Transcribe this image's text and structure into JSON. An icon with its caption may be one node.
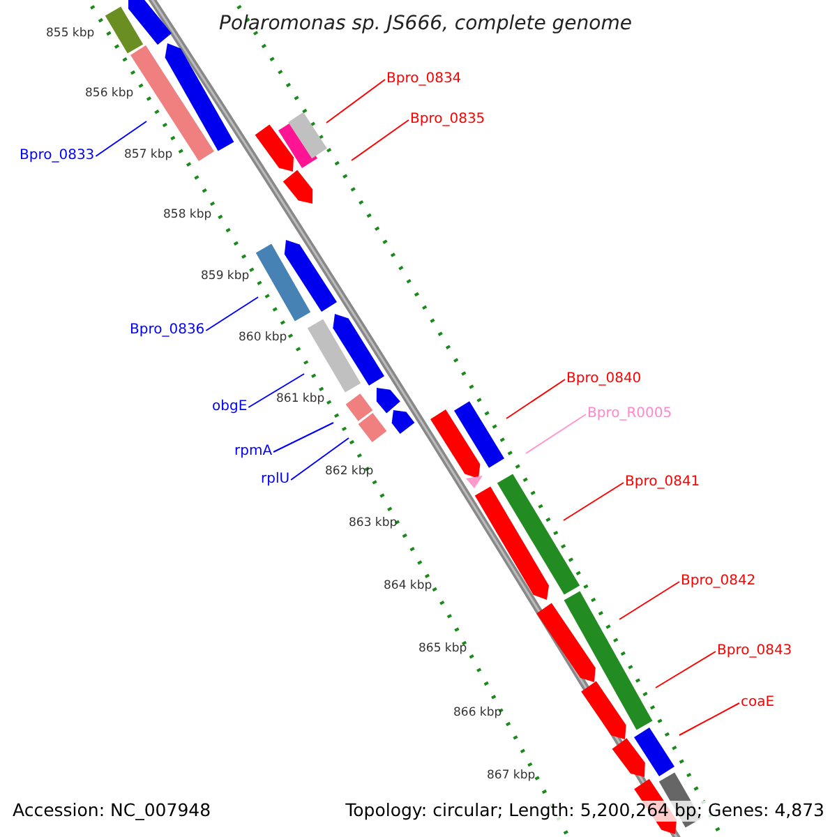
{
  "diagram": {
    "title": "Polaromonas sp. JS666, complete genome",
    "nodes": [
      {
        "text": [
          "Bpro_0834"
        ]
      },
      {
        "text": [
          "Bpro_0835"
        ]
      },
      {
        "text": [
          "Bpro_0833"
        ]
      },
      {
        "text": [
          "Bpro_0836"
        ]
      },
      {
        "text": [
          "obgE"
        ]
      },
      {
        "text": [
          "rpmA"
        ]
      },
      {
        "text": [
          "rplU"
        ]
      },
      {
        "text": [
          "Bpro_0840"
        ]
      },
      {
        "text": [
          "Bpro_R0005"
        ]
      },
      {
        "text": [
          "Bpro_0841"
        ]
      },
      {
        "text": [
          "Bpro_0842"
        ]
      },
      {
        "text": [
          "Bpro_0843"
        ]
      },
      {
        "text": [
          "coaE"
        ]
      }
    ],
    "edges": [
      {
        "from": 0,
        "to": null,
        "arrow": "none"
      },
      {
        "from": 1,
        "to": null,
        "arrow": "none"
      },
      {
        "from": 2,
        "to": null,
        "arrow": "none",
        "color": "#0000ff"
      },
      {
        "from": 3,
        "to": null,
        "arrow": "none",
        "color": "#0000ff"
      },
      {
        "from": 4,
        "to": null,
        "arrow": "none",
        "color": "#0000ff"
      },
      {
        "from": 5,
        "to": null,
        "arrow": "none",
        "color": "#0000ff"
      },
      {
        "from": 6,
        "to": null,
        "arrow": "none",
        "color": "#0000ff"
      },
      {
        "from": 7,
        "to": null,
        "arrow": "none"
      },
      {
        "from": 8,
        "to": null,
        "arrow": "none",
        "color": "#ff99cc"
      },
      {
        "from": 9,
        "to": null,
        "arrow": "none"
      },
      {
        "from": 10,
        "to": null,
        "arrow": "none"
      },
      {
        "from": 11,
        "to": null,
        "arrow": "none"
      },
      {
        "from": 12,
        "to": null,
        "arrow": "none"
      }
    ],
    "labels": [
      "855 kbp",
      "856 kbp",
      "857 kbp",
      "858 kbp",
      "859 kbp",
      "860 kbp",
      "861 kbp",
      "862 kbp",
      "863 kbp",
      "864 kbp",
      "865 kbp",
      "866 kbp",
      "867 kbp",
      "Accession: NC_007948",
      "Topology: circular; Length: 5,200,264 bp; Genes: 4,873"
    ]
  }
}
